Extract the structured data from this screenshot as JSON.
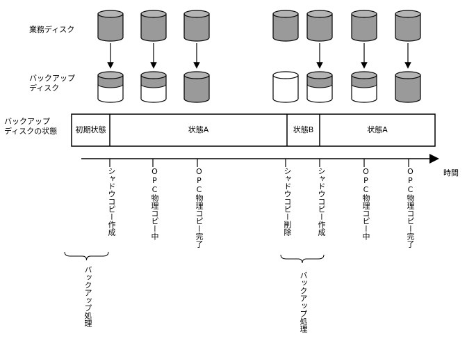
{
  "labels": {
    "business_disk": "業務ディスク",
    "backup_disk_line1": "バックアップ",
    "backup_disk_line2": "ディスク",
    "backup_state_line1": "バックアップ",
    "backup_state_line2": "ディスクの状態",
    "time": "時間"
  },
  "states": [
    {
      "label": "初期状態"
    },
    {
      "label": "状態A"
    },
    {
      "label": "状態B"
    },
    {
      "label": "状態A"
    }
  ],
  "events": [
    {
      "label": "シャドウコピー作成"
    },
    {
      "label": "OPC物理コピー中"
    },
    {
      "label": "OPC物理コピー完了"
    },
    {
      "label": "シャドウコピー削除"
    },
    {
      "label": "シャドウコピー作成"
    },
    {
      "label": "OPC物理コピー中"
    },
    {
      "label": "OPC物理コピー完了"
    }
  ],
  "brackets": [
    {
      "label": "バックアップ処理"
    },
    {
      "label": "バックアップ処理"
    }
  ],
  "colors": {
    "disk_fill": "#9a9a9a",
    "disk_top": "#b4b4b4",
    "empty_fill": "#ffffff",
    "line": "#000000"
  }
}
